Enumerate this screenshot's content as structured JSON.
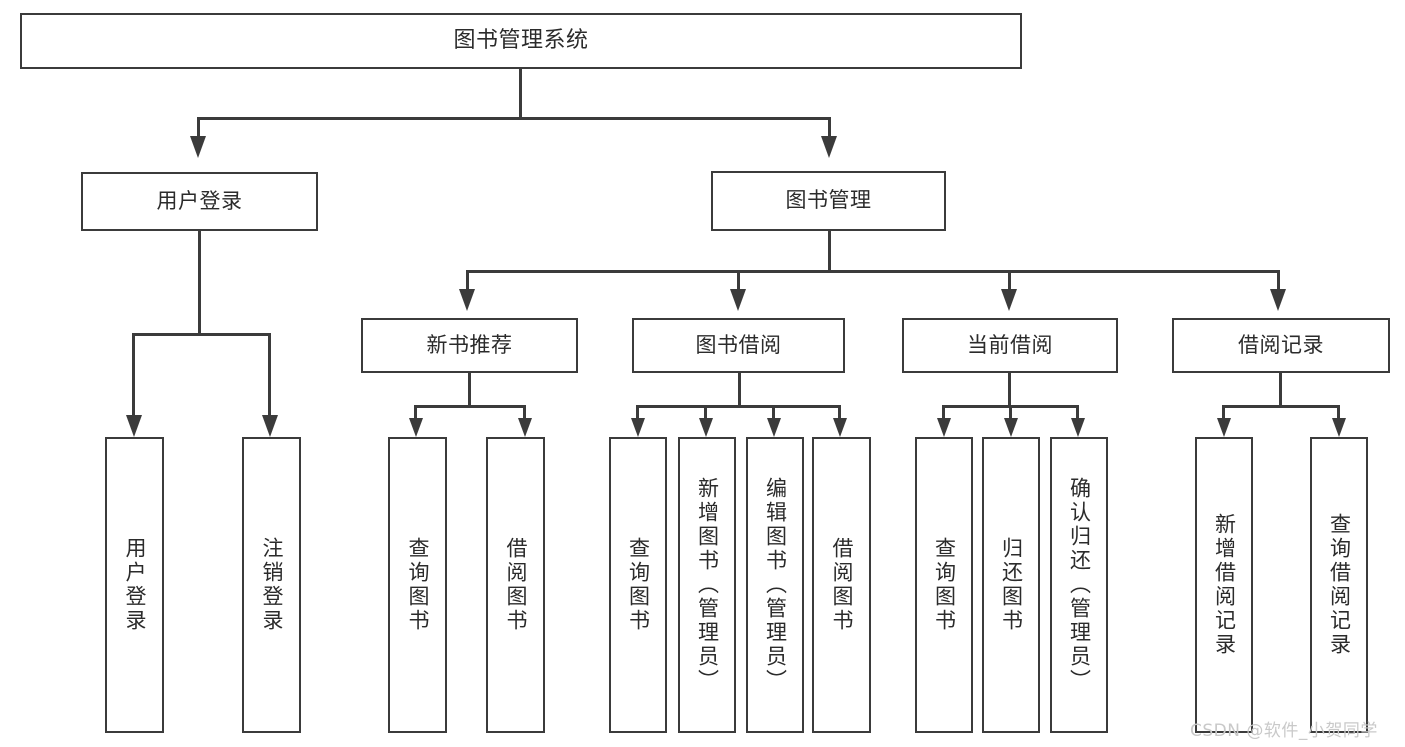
{
  "diagram": {
    "title": "图书管理系统",
    "type": "hierarchy-tree",
    "watermark": "CSDN @软件_小贺同学",
    "colors": {
      "line": "#3b3b3b",
      "box_border": "#3b3b3b",
      "box_fill": "#ffffff",
      "text": "#2b2b2b",
      "background": "#ffffff",
      "watermark": "#c9c9c9"
    },
    "root": {
      "label": "图书管理系统"
    },
    "level2": [
      {
        "label": "用户登录"
      },
      {
        "label": "图书管理"
      }
    ],
    "level3": [
      {
        "label": "新书推荐"
      },
      {
        "label": "图书借阅"
      },
      {
        "label": "当前借阅"
      },
      {
        "label": "借阅记录"
      }
    ],
    "leaves": {
      "user_login": [
        {
          "label": "用户登录"
        },
        {
          "label": "注销登录"
        }
      ],
      "new_book": [
        {
          "label": "查询图书"
        },
        {
          "label": "借阅图书"
        }
      ],
      "borrow": [
        {
          "label": "查询图书"
        },
        {
          "label": "新增图书（管理员）"
        },
        {
          "label": "编辑图书（管理员）"
        },
        {
          "label": "借阅图书"
        }
      ],
      "current": [
        {
          "label": "查询图书"
        },
        {
          "label": "归还图书"
        },
        {
          "label": "确认归还（管理员）"
        }
      ],
      "records": [
        {
          "label": "新增借阅记录"
        },
        {
          "label": "查询借阅记录"
        }
      ]
    }
  }
}
